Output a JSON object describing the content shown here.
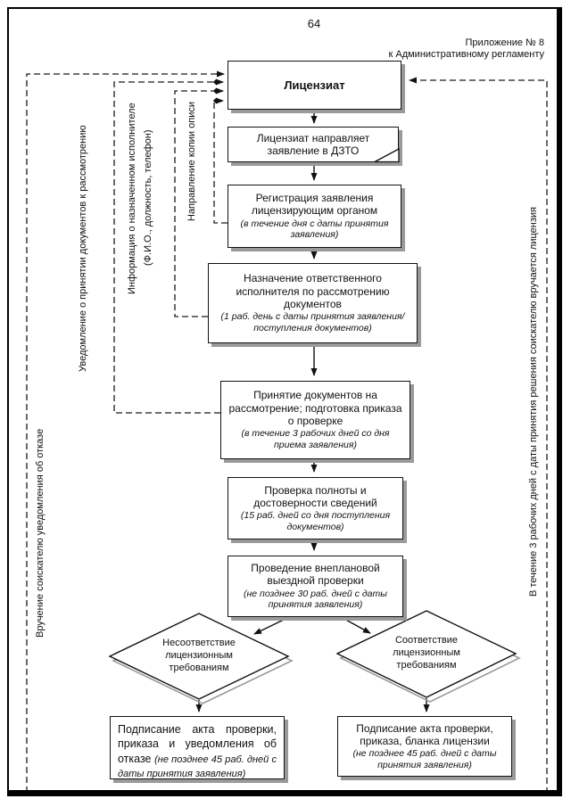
{
  "header": {
    "page_number": "64",
    "appendix_line1": "Приложение № 8",
    "appendix_line2": "к Административному регламенту"
  },
  "nodes": {
    "licensee": {
      "title": "Лицензиат"
    },
    "send": {
      "title": "Лицензиат направляет заявление в ДЗТО"
    },
    "registration": {
      "title": "Регистрация заявления лицензирующим органом",
      "note": "(в течение дня с даты  принятия заявления)"
    },
    "assign": {
      "title": "Назначение ответственного исполнителя по рассмотрению документов",
      "note": "(1 раб. день с даты  принятия заявления/ поступления документов)"
    },
    "accept": {
      "title": "Принятие документов  на рассмотрение; подготовка приказа о проверке",
      "note": "(в течение 3 рабочих дней со дня приема заявления)"
    },
    "verify": {
      "title": "Проверка полноты и достоверности сведений",
      "note": "(15 раб. дней со дня поступления документов)"
    },
    "inspection": {
      "title": "Проведение внеплановой выездной проверки",
      "note": "(не позднее 30 раб. дней с даты принятия заявления)"
    },
    "noncompliance": {
      "title": "Несоответствие лицензионным требованиям"
    },
    "compliance": {
      "title": "Соответствие лицензионным требованиям"
    },
    "refusal": {
      "title": "Подписание акта проверки, приказа и уведомления об отказе",
      "note": "(не позднее 45 раб. дней с даты принятия заявления)"
    },
    "license": {
      "title": "Подписание акта проверки, приказа, бланка лицензии",
      "note": "(не позднее 45 раб. дней с даты принятия заявления)"
    }
  },
  "edge_labels": {
    "refusal_notice": "Вручение соискателю уведомления об отказе",
    "acceptance_notice": "Уведомление о принятии документов к рассмотрению",
    "executor_info_line1": "Информация о назначенном исполнителе",
    "executor_info_line2": "(Ф.И.О., должность, телефон)",
    "inventory_copy": "Направление копии описи",
    "license_delivery": "В течение 3 рабочих дней с даты принятия решения соискателю вручается лицензия"
  },
  "colors": {
    "ink": "#111111",
    "shadow": "#9a9a9a"
  }
}
